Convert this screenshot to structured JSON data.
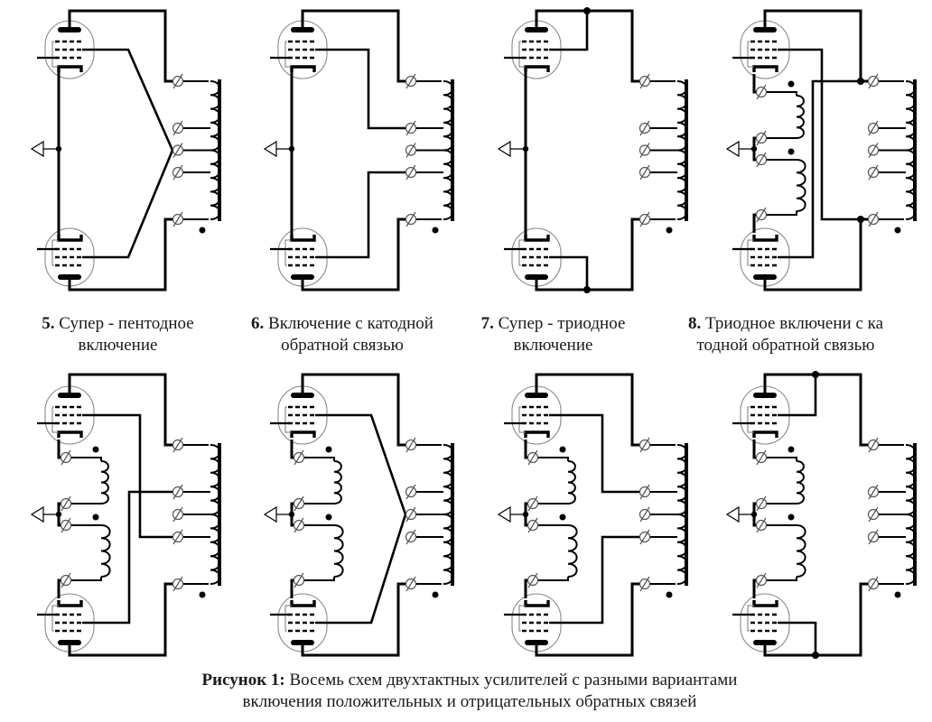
{
  "figure": {
    "label": "Рисунок 1:",
    "caption_line1": "Восемь схем двухтактных усилителей с разными вариантами",
    "caption_line2": "включения положительных и отрицательных обратных связей"
  },
  "panels": [
    {
      "id": "5",
      "number": "5.",
      "title_line1": "Супер - пентодное",
      "title_line2": "включение",
      "cathode": "direct",
      "screen": "center-tap-v",
      "anode_tap": "ends",
      "anode_junction": false
    },
    {
      "id": "6",
      "number": "6.",
      "title_line1": "Включение с катодной",
      "title_line2": "обратной связью",
      "cathode": "direct",
      "screen": "inner-taps",
      "anode_tap": "ends",
      "anode_junction": false
    },
    {
      "id": "7",
      "number": "7.",
      "title_line1": "Супер - триодное",
      "title_line2": "включение",
      "cathode": "direct",
      "screen": "to-anode",
      "anode_tap": "ends",
      "anode_junction": true
    },
    {
      "id": "8",
      "number": "8.",
      "title_line1": "Триодное включени с ка",
      "title_line2": "тодной обратной связью",
      "cathode": "coils",
      "screen": "crossed-to-ends",
      "anode_tap": "ends",
      "anode_junction": true
    },
    {
      "id": "9",
      "number": "",
      "title_line1": "",
      "title_line2": "",
      "cathode": "coils",
      "screen": "crossed-inner",
      "anode_tap": "ends",
      "anode_junction": false
    },
    {
      "id": "10",
      "number": "",
      "title_line1": "",
      "title_line2": "",
      "cathode": "coils",
      "screen": "center-tap-v",
      "anode_tap": "ends",
      "anode_junction": false
    },
    {
      "id": "11",
      "number": "",
      "title_line1": "",
      "title_line2": "",
      "cathode": "coils",
      "screen": "inner-taps",
      "anode_tap": "ends",
      "anode_junction": false
    },
    {
      "id": "12",
      "number": "",
      "title_line1": "",
      "title_line2": "",
      "cathode": "coils",
      "screen": "to-anode",
      "anode_tap": "ends",
      "anode_junction": true
    }
  ]
}
